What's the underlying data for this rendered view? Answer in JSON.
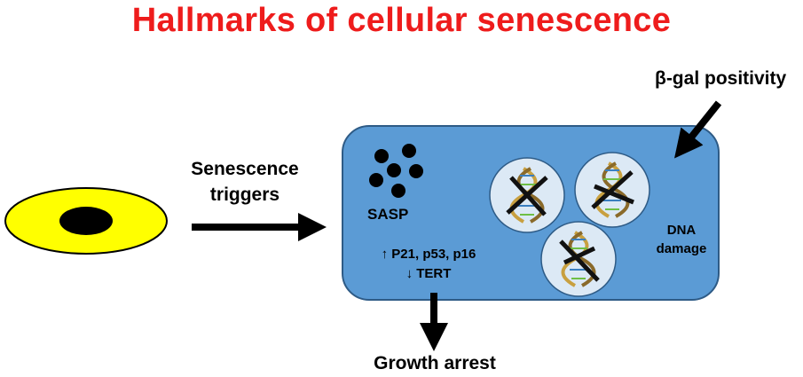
{
  "title": "Hallmarks of cellular senescence",
  "labels": {
    "triggers_line1": "Senescence",
    "triggers_line2": "triggers",
    "beta_gal": "β-gal positivity",
    "growth_arrest": "Growth arrest",
    "sasp": "SASP",
    "up_markers": "↑ P21, p53, p16",
    "down_markers": "↓ TERT",
    "dna_line1": "DNA",
    "dna_line2": "damage"
  },
  "colors": {
    "title": "#ee1c1c",
    "senescent_cell": "#5b9bd5",
    "normal_cell": "#ffff00",
    "nucleus_circle": "#dce9f5"
  }
}
